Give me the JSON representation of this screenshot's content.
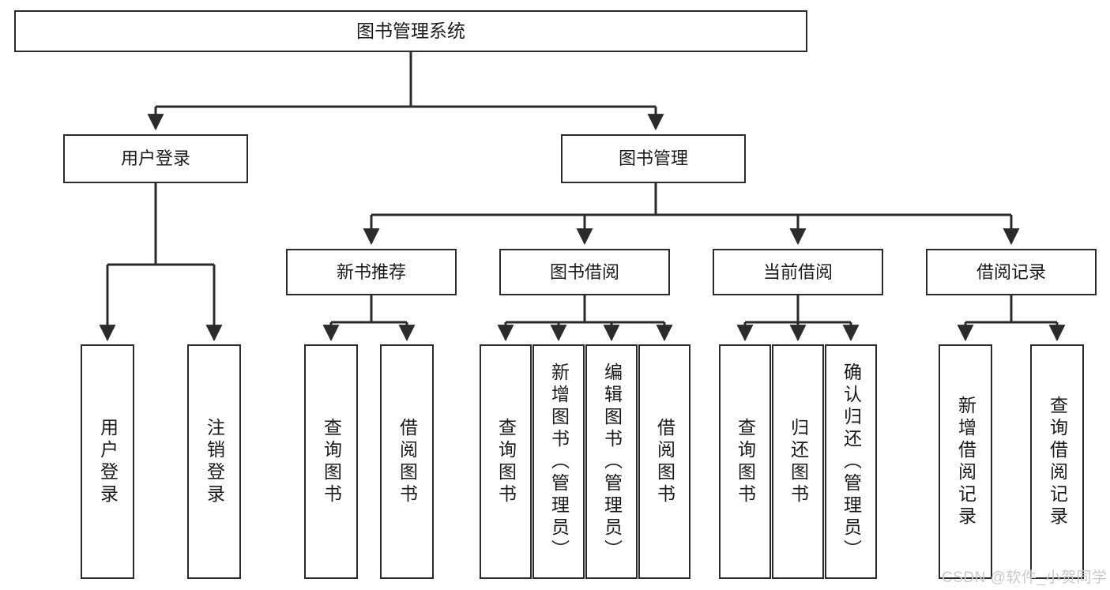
{
  "diagram": {
    "title": "图书管理系统",
    "type": "hierarchy-tree",
    "root": {
      "id": "root",
      "label": "图书管理系统"
    },
    "level2": [
      {
        "id": "user-login",
        "label": "用户登录"
      },
      {
        "id": "book-manage",
        "label": "图书管理"
      }
    ],
    "level3": [
      {
        "id": "new-book-rec",
        "label": "新书推荐"
      },
      {
        "id": "book-borrow",
        "label": "图书借阅"
      },
      {
        "id": "current-borrow",
        "label": "当前借阅"
      },
      {
        "id": "borrow-record",
        "label": "借阅记录"
      }
    ],
    "leaves": {
      "user_login": [
        {
          "id": "leaf-user-login",
          "label": "用户登录"
        },
        {
          "id": "leaf-logout-login",
          "label": "注销登录"
        }
      ],
      "new_book_rec": [
        {
          "id": "leaf-query-book-1",
          "label": "查询图书"
        },
        {
          "id": "leaf-borrow-book-1",
          "label": "借阅图书"
        }
      ],
      "book_borrow": [
        {
          "id": "leaf-query-book-2",
          "label": "查询图书"
        },
        {
          "id": "leaf-add-book",
          "label": "新增图书（管理员）"
        },
        {
          "id": "leaf-edit-book",
          "label": "编辑图书（管理员）"
        },
        {
          "id": "leaf-borrow-book-2",
          "label": "借阅图书"
        }
      ],
      "current_borrow": [
        {
          "id": "leaf-query-book-3",
          "label": "查询图书"
        },
        {
          "id": "leaf-return-book",
          "label": "归还图书"
        },
        {
          "id": "leaf-confirm-return",
          "label": "确认归还（管理员）"
        }
      ],
      "borrow_record": [
        {
          "id": "leaf-add-record",
          "label": "新增借阅记录"
        },
        {
          "id": "leaf-query-record",
          "label": "查询借阅记录"
        }
      ]
    }
  },
  "watermark": {
    "text": "CSDN @软件_小贺同学"
  },
  "colors": {
    "stroke": "#2b2b2b",
    "background": "#ffffff",
    "text": "#1a1a1a",
    "watermark": "#c9c9c9"
  }
}
